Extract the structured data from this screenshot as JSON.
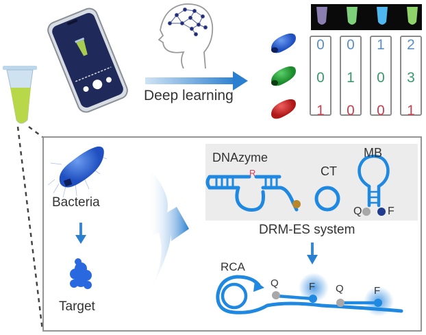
{
  "title": "Deep learning assisted multiplex bacteria detection with DRM-ES system",
  "labels": {
    "deep_learning": "Deep learning",
    "bacteria": "Bacteria",
    "target": "Target",
    "dnazyme": "DNAzyme",
    "dnazyme_r": "R",
    "ct": "CT",
    "mb": "MB",
    "mb_q": "Q",
    "mb_f": "F",
    "system": "DRM-ES system",
    "rca": "RCA",
    "rca_q1": "Q",
    "rca_f1": "F",
    "rca_q2": "Q",
    "rca_f2": "F"
  },
  "colors": {
    "blue": "#2a6fd6",
    "green": "#2f9e44",
    "red": "#d33030",
    "strand": "#2a88d8",
    "quencher": "#a8a8a8",
    "fluor": "#1f3c8f",
    "dnazyme_end": "#b8862a"
  },
  "tubes": [
    {
      "color": "#8a7fb0"
    },
    {
      "color": "#7fd07a"
    },
    {
      "color": "#4fb8f0"
    },
    {
      "color": "#8fd46a"
    }
  ],
  "bacteria_rows": [
    {
      "name": "blue",
      "values": [
        "0",
        "0",
        "1",
        "2"
      ],
      "color": "#5a8fc8"
    },
    {
      "name": "green",
      "values": [
        "0",
        "1",
        "0",
        "3"
      ],
      "color": "#3a9a6a"
    },
    {
      "name": "red",
      "values": [
        "1",
        "0",
        "0",
        "1"
      ],
      "color": "#c84050"
    }
  ]
}
